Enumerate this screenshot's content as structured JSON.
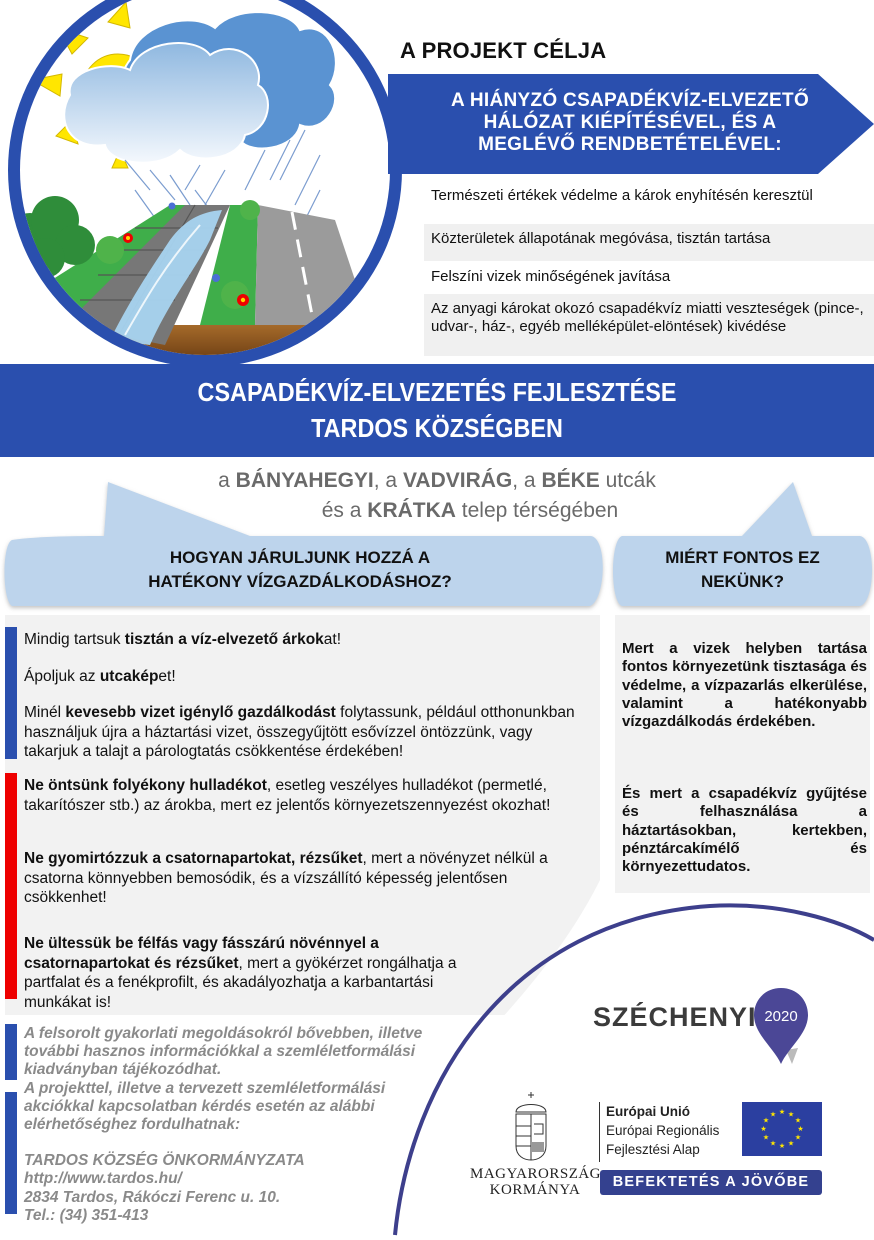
{
  "header": {
    "project_title": "A PROJEKT CÉLJA",
    "goal_banner": [
      "A HIÁNYZÓ CSAPADÉKVÍZ-ELVEZETŐ",
      "HÁLÓZAT KIÉPÍTÉSÉVEL, ÉS A",
      "MEGLÉVŐ RENDBETÉTELÉVEL:"
    ],
    "goals": [
      "Természeti értékek védelme a károk enyhítésén keresztül",
      "Közterületek állapotának megóvása, tisztán tartása",
      "Felszíni vizek minőségének javítása",
      "Az anyagi károkat okozó csapadékvíz miatti veszteségek (pince-, udvar-, ház-, egyéb melléképület-elöntések) kivédése"
    ]
  },
  "main_title": [
    "CSAPADÉKVÍZ-ELVEZETÉS FEJLESZTÉSE",
    "TARDOS KÖZSÉGBEN"
  ],
  "streets": {
    "line1": [
      {
        "t": "a ",
        "b": false
      },
      {
        "t": "BÁNYAHEGYI",
        "b": true
      },
      {
        "t": ", a ",
        "b": false
      },
      {
        "t": "VADVIRÁG",
        "b": true
      },
      {
        "t": ", a ",
        "b": false
      },
      {
        "t": "BÉKE",
        "b": true
      },
      {
        "t": " utcák",
        "b": false
      }
    ],
    "line2": [
      {
        "t": "és a ",
        "b": false
      },
      {
        "t": "KRÁTKA",
        "b": true
      },
      {
        "t": " telep térségében",
        "b": false
      }
    ]
  },
  "bubbles": {
    "left": [
      "HOGYAN JÁRULJUNK HOZZÁ A",
      "HATÉKONY VÍZGAZDÁLKODÁSHOZ?"
    ],
    "right": [
      "MIÉRT FONTOS EZ",
      "NEKÜNK?"
    ]
  },
  "tips": [
    {
      "parts": [
        {
          "t": "Mindig tartsuk ",
          "b": false
        },
        {
          "t": "tisztán a víz-elvezető árkok",
          "b": true
        },
        {
          "t": "at!",
          "b": false
        }
      ]
    },
    {
      "parts": [
        {
          "t": "Ápoljuk az ",
          "b": false
        },
        {
          "t": "utcakép",
          "b": true
        },
        {
          "t": "et!",
          "b": false
        }
      ]
    },
    {
      "parts": [
        {
          "t": "Minél ",
          "b": false
        },
        {
          "t": "kevesebb vizet igénylő gazdálkodást",
          "b": true
        },
        {
          "t": " folytassunk, például otthonunkban használjuk újra a háztartási vizet, összegyűjtött esővízzel öntözzünk, vagy takarjuk a talajt a párologtatás csökkentése érdekében!",
          "b": false
        }
      ]
    },
    {
      "parts": [
        {
          "t": "Ne öntsünk folyékony hulladékot",
          "b": true
        },
        {
          "t": ", esetleg veszélyes hulladékot (permetlé, takarítószer stb.) az árokba, mert ez jelentős környezetszennyezést okozhat!",
          "b": false
        }
      ]
    },
    {
      "parts": [
        {
          "t": "Ne gyomirtózzuk a csatornapartokat, rézsűket",
          "b": true
        },
        {
          "t": ", mert a növényzet nélkül a csatorna könnyebben bemosódik,  és a vízszállító képesség jelentősen csökkenhet!",
          "b": false
        }
      ]
    },
    {
      "parts": [
        {
          "t": "Ne ültessük be félfás vagy fásszárú növénnyel a csatornapartokat és rézsűket",
          "b": true
        },
        {
          "t": ", mert a gyökérzet rongálhatja a partfalat és a fenékprofilt, és akadályozhatja a karbantartási munkákat is!",
          "b": false
        }
      ]
    }
  ],
  "why": [
    "Mert a vizek helyben tartása fontos környezetünk tisztasága és védelme, a vízpazarlás elkerülése, valamint a hatékonyabb vízgazdálkodás érdekében.",
    "És mert a csapadékvíz gyűjtése és felhasználása a háztartásokban, kertekben, pénztárcakímélő és környezettudatos."
  ],
  "footer": {
    "info": [
      "A felsorolt gyakorlati megoldásokról bővebben, illetve további hasznos információkkal a szemléletformálási kiadványban tájékozódhat.",
      "A projekttel, illetve a tervezett szemléletformálási akciókkal kapcsolatban kérdés esetén az alábbi elérhetőséghez fordulhatnak:"
    ],
    "org": "TARDOS KÖZSÉG ÖNKORMÁNYZATA",
    "url": "http://www.tardos.hu/",
    "address": "2834 Tardos, Rákóczi Ferenc u. 10.",
    "phone": "Tel.: (34) 351-413"
  },
  "logos": {
    "szechenyi": "SZÉCHENYI",
    "szechenyi_year": "2020",
    "gov_line1": "MAGYARORSZÁG",
    "gov_line2": "KORMÁNYA",
    "eu_title": "Európai Unió",
    "eu_line2": "Európai Regionális",
    "eu_line3": "Fejlesztési Alap",
    "invest": "BEFEKTETÉS A JÖVŐBE"
  },
  "colors": {
    "brand_blue": "#2a4fae",
    "bubble_blue": "#bdd4ec",
    "warning_red": "#ee0000",
    "panel_gray": "#f2f2f2",
    "logo_purple": "#34418f"
  }
}
